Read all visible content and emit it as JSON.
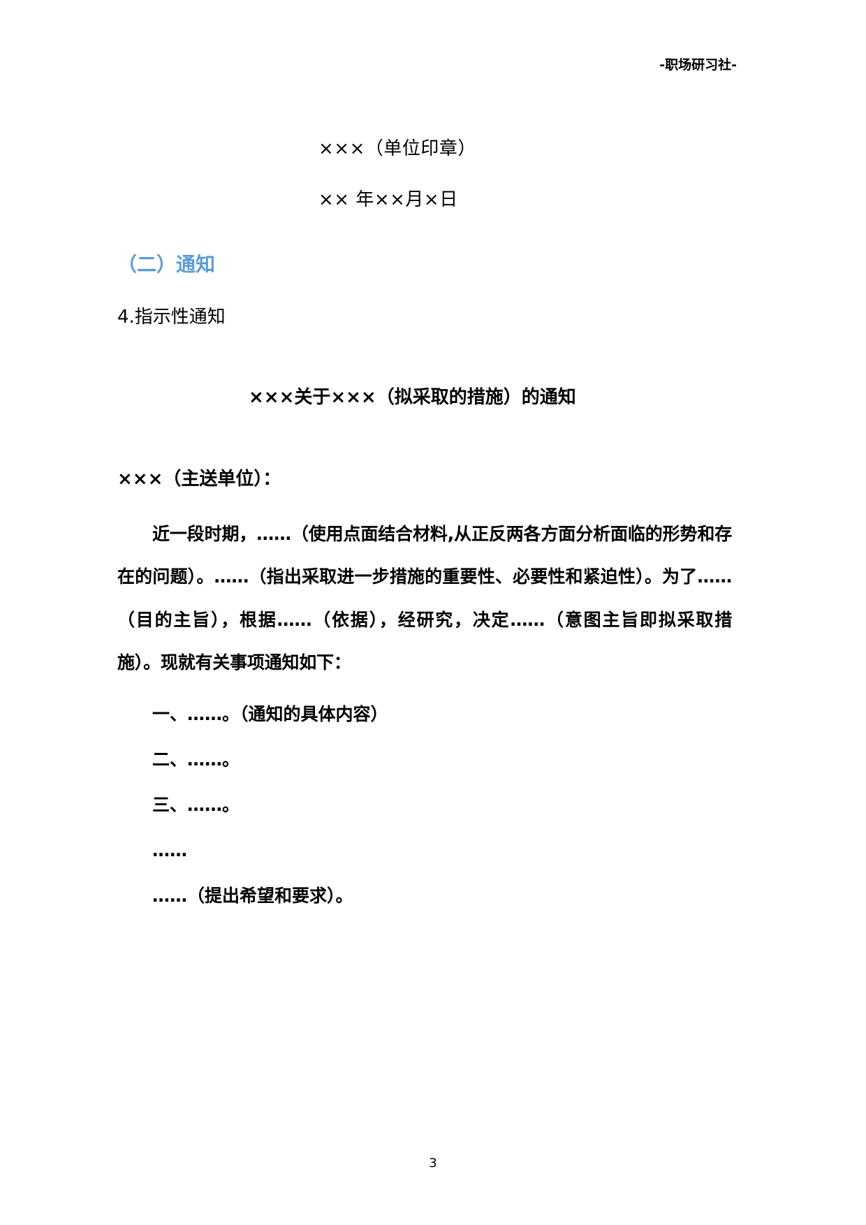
{
  "document": {
    "header_watermark": "-职场研习社-",
    "page_number": "3",
    "signature": {
      "unit": "×××（单位印章）",
      "date": "×× 年××月×日"
    },
    "section_heading": "（二）通知",
    "sub_heading": "4.指示性通知",
    "title": "×××关于×××（拟采取的措施）的通知",
    "addressee": "×××（主送单位）：",
    "paragraphs": [
      "近一段时期，……（使用点面结合材料,从正反两各方面分析面临的形势和存在的问题）。……（指出采取进一步措施的重要性、必要性和紧迫性）。为了……（目的主旨），根据……（依据），经研究，决定……（意图主旨即拟采取措施）。现就有关事项通知如下："
    ],
    "items": [
      "一、……。（通知的具体内容）",
      "二、……。",
      "三、……。",
      "……",
      "……（提出希望和要求）。"
    ],
    "colors": {
      "heading_blue": "#5B9BD5",
      "body_black": "#000000",
      "page_background": "#FFFFFF"
    }
  }
}
